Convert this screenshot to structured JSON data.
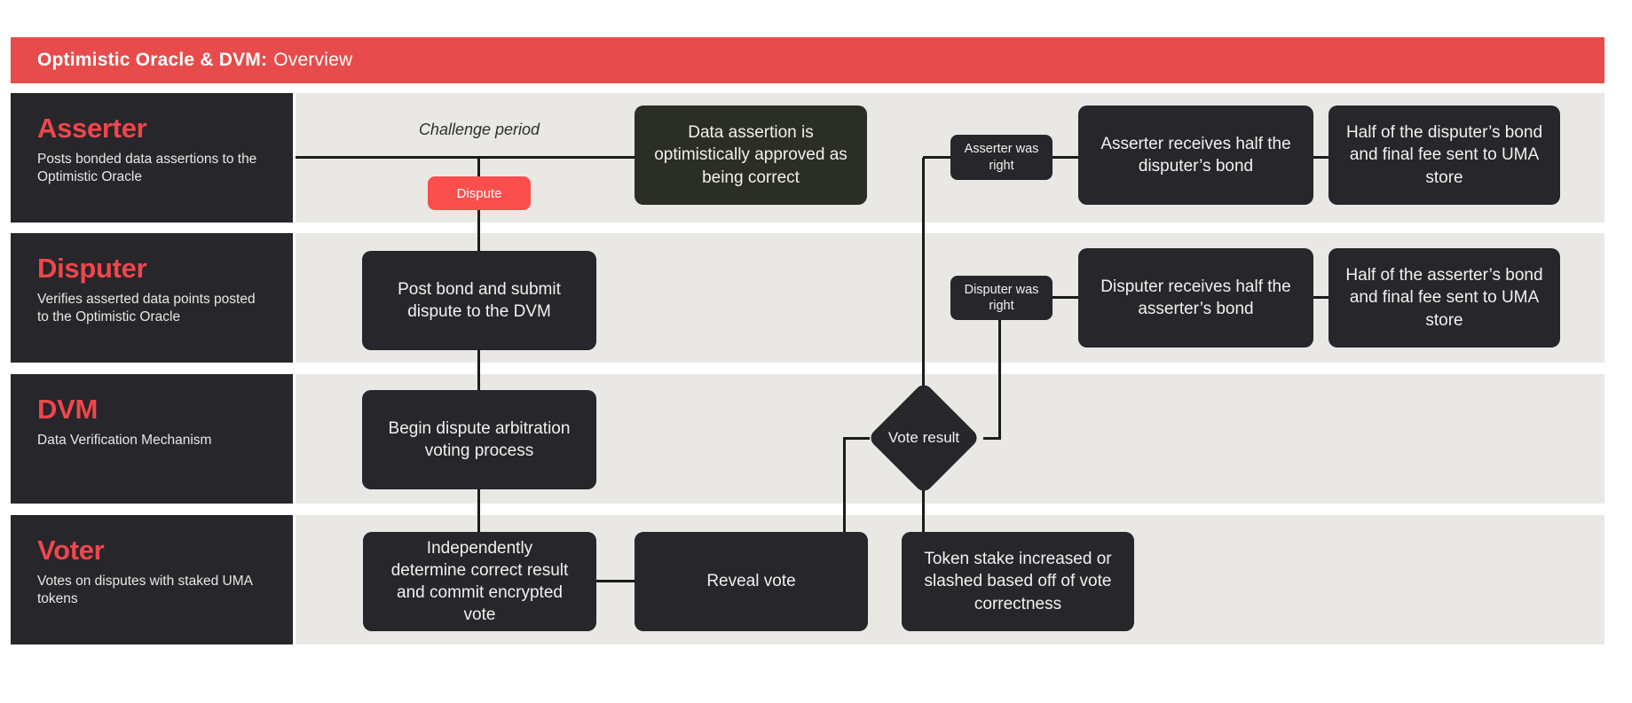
{
  "title": {
    "bold": "Optimistic Oracle & DVM:",
    "regular": "Overview"
  },
  "colors": {
    "header_red": "#e84b4b",
    "button_red": "#fa4f4d",
    "heading_red": "#f0464b",
    "dark_box": "#27262b",
    "olive_box": "#2a2e25",
    "lane_gray": "#e9e8e5",
    "line": "#1b1b1b",
    "box_text": "#f2f1ee"
  },
  "lanes": [
    {
      "heading": "Asserter",
      "description": "Posts bonded data assertions to the Optimistic Oracle"
    },
    {
      "heading": "Disputer",
      "description": "Verifies asserted data points posted to the Optimistic Oracle"
    },
    {
      "heading": "DVM",
      "description": "Data Verification Mechanism"
    },
    {
      "heading": "Voter",
      "description": "Votes on disputes with staked UMA tokens"
    }
  ],
  "asserter_row": {
    "challenge_period_label": "Challenge period",
    "dispute_button": "Dispute",
    "approved_box": "Data assertion is optimistically approved as being correct",
    "asserter_right_badge": "Asserter was right",
    "asserter_receives_box": "Asserter receives half the disputer’s bond",
    "half_disputer_box": "Half of the disputer’s bond and final fee sent to UMA store"
  },
  "disputer_row": {
    "post_bond_box": "Post bond and submit dispute to the DVM",
    "disputer_right_badge": "Disputer was right",
    "disputer_receives_box": "Disputer receives half the asserter’s bond",
    "half_asserter_box": "Half of the asserter’s bond and final fee sent to UMA store"
  },
  "dvm_row": {
    "begin_box": "Begin dispute arbitration voting process",
    "vote_result_diamond": "Vote result"
  },
  "voter_row": {
    "independently_box": "Independently determine correct result and commit encrypted vote",
    "reveal_box": "Reveal vote",
    "token_box": "Token stake increased or slashed based off of vote correctness"
  }
}
